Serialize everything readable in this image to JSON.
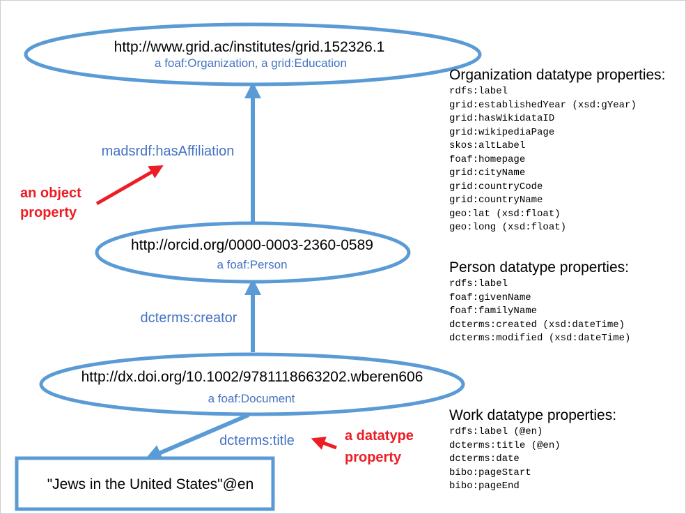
{
  "nodes": {
    "organization": {
      "uri": "http://www.grid.ac/institutes/grid.152326.1",
      "type": "a foaf:Organization, a grid:Education"
    },
    "person": {
      "uri": "http://orcid.org/0000-0003-2360-0589",
      "type": "a foaf:Person"
    },
    "document": {
      "uri": "http://dx.doi.org/10.1002/9781118663202.wberen606",
      "type": "a foaf:Document"
    },
    "literal": {
      "value": "\"Jews in the United States\"@en"
    }
  },
  "edges": {
    "has_affiliation": "madsrdf:hasAffiliation",
    "creator": "dcterms:creator",
    "title": "dcterms:title"
  },
  "annotations": {
    "object_property": [
      "an object",
      "property"
    ],
    "datatype_property": [
      "a datatype",
      "property"
    ]
  },
  "property_panels": {
    "organization": {
      "heading": "Organization datatype properties:",
      "items": [
        "rdfs:label",
        "grid:establishedYear (xsd:gYear)",
        "grid:hasWikidataID",
        "grid:wikipediaPage",
        "skos:altLabel",
        "foaf:homepage",
        "grid:cityName",
        "grid:countryCode",
        "grid:countryName",
        "geo:lat (xsd:float)",
        "geo:long (xsd:float)"
      ]
    },
    "person": {
      "heading": "Person datatype properties:",
      "items": [
        "rdfs:label",
        "foaf:givenName",
        "foaf:familyName",
        "dcterms:created (xsd:dateTime)",
        "dcterms:modified (xsd:dateTime)"
      ]
    },
    "work": {
      "heading": "Work datatype properties:",
      "items": [
        "rdfs:label (@en)",
        "dcterms:title (@en)",
        "dcterms:date",
        "bibo:pageStart",
        "bibo:pageEnd"
      ]
    }
  },
  "colors": {
    "node_stroke": "#5b9bd5",
    "type_text": "#4472c4",
    "annotation": "#ee1c24"
  }
}
